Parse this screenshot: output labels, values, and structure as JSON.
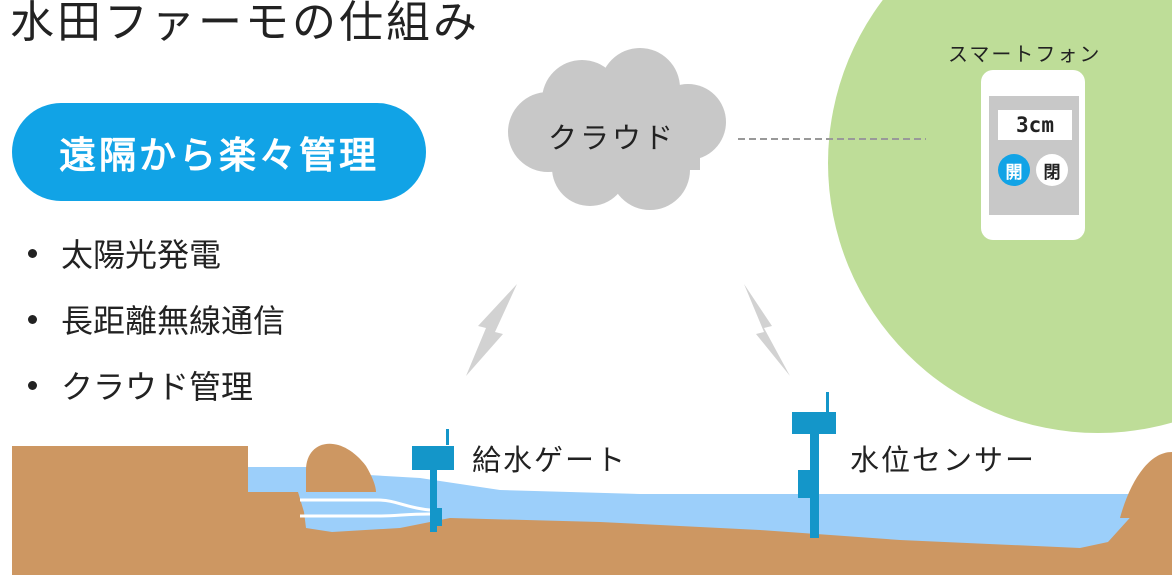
{
  "title": "水田ファーモの仕組み",
  "headline": "遠隔から楽々管理",
  "features": [
    "太陽光発電",
    "長距離無線通信",
    "クラウド管理"
  ],
  "cloud": {
    "label": "クラウド"
  },
  "phone": {
    "caption": "スマートフォン",
    "water_level": "3cm",
    "open_button": "開",
    "close_button": "閉"
  },
  "devices": {
    "gate_label": "給水ゲート",
    "sensor_label": "水位センサー"
  },
  "colors": {
    "accent": "#11a3e6",
    "phone_circle": "#bedd98",
    "cloud": "#c8c8c8",
    "water": "#9ccffa",
    "soil": "#cd9762",
    "device": "#1496c9",
    "lightning": "#d2d2d2"
  },
  "icons": [
    "cloud-icon",
    "smartphone-icon",
    "lightning-icon",
    "water-gate-icon",
    "water-sensor-icon"
  ]
}
